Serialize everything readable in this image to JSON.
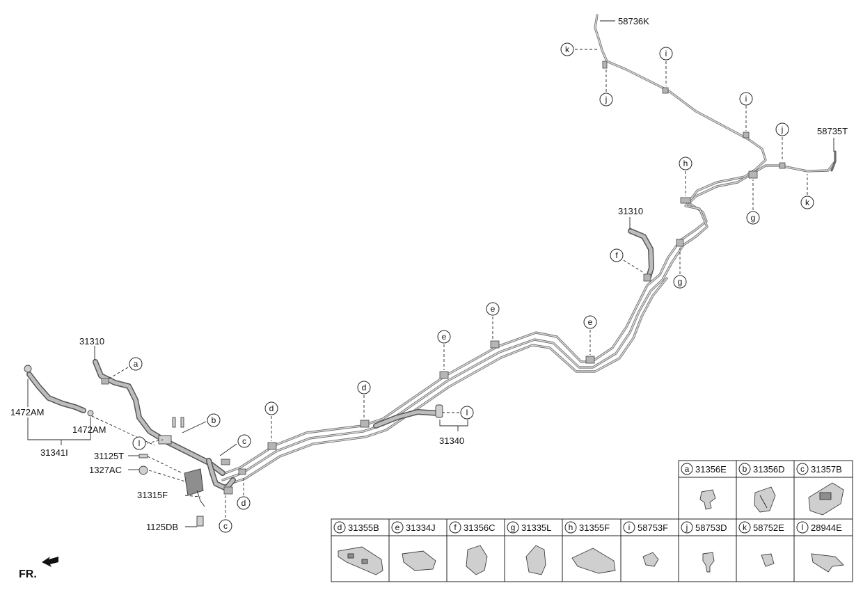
{
  "labels": {
    "p58736K": "58736K",
    "p58735T": "58735T",
    "p31310_upper": "31310",
    "p31310_lower": "31310",
    "p1472AM_a": "1472AM",
    "p1472AM_b": "1472AM",
    "p31341I": "31341I",
    "p31125T": "31125T",
    "p1327AC": "1327AC",
    "p31315F": "31315F",
    "p1125DB": "1125DB",
    "p31340": "31340"
  },
  "callouts": {
    "a": "a",
    "b": "b",
    "c": "c",
    "d": "d",
    "e": "e",
    "f": "f",
    "g": "g",
    "h": "h",
    "i": "i",
    "j": "j",
    "k": "k",
    "l": "l"
  },
  "legend": [
    {
      "letter": "a",
      "part": "31356E"
    },
    {
      "letter": "b",
      "part": "31356D"
    },
    {
      "letter": "c",
      "part": "31357B"
    },
    {
      "letter": "d",
      "part": "31355B"
    },
    {
      "letter": "e",
      "part": "31334J"
    },
    {
      "letter": "f",
      "part": "31356C"
    },
    {
      "letter": "g",
      "part": "31335L"
    },
    {
      "letter": "h",
      "part": "31355F"
    },
    {
      "letter": "i",
      "part": "58753F"
    },
    {
      "letter": "j",
      "part": "58753D"
    },
    {
      "letter": "k",
      "part": "58752E"
    },
    {
      "letter": "l",
      "part": "28944E"
    }
  ],
  "direction": {
    "label": "FR."
  },
  "colors": {
    "line": "#222222",
    "tube": "#6b6b6b",
    "background": "#ffffff"
  }
}
